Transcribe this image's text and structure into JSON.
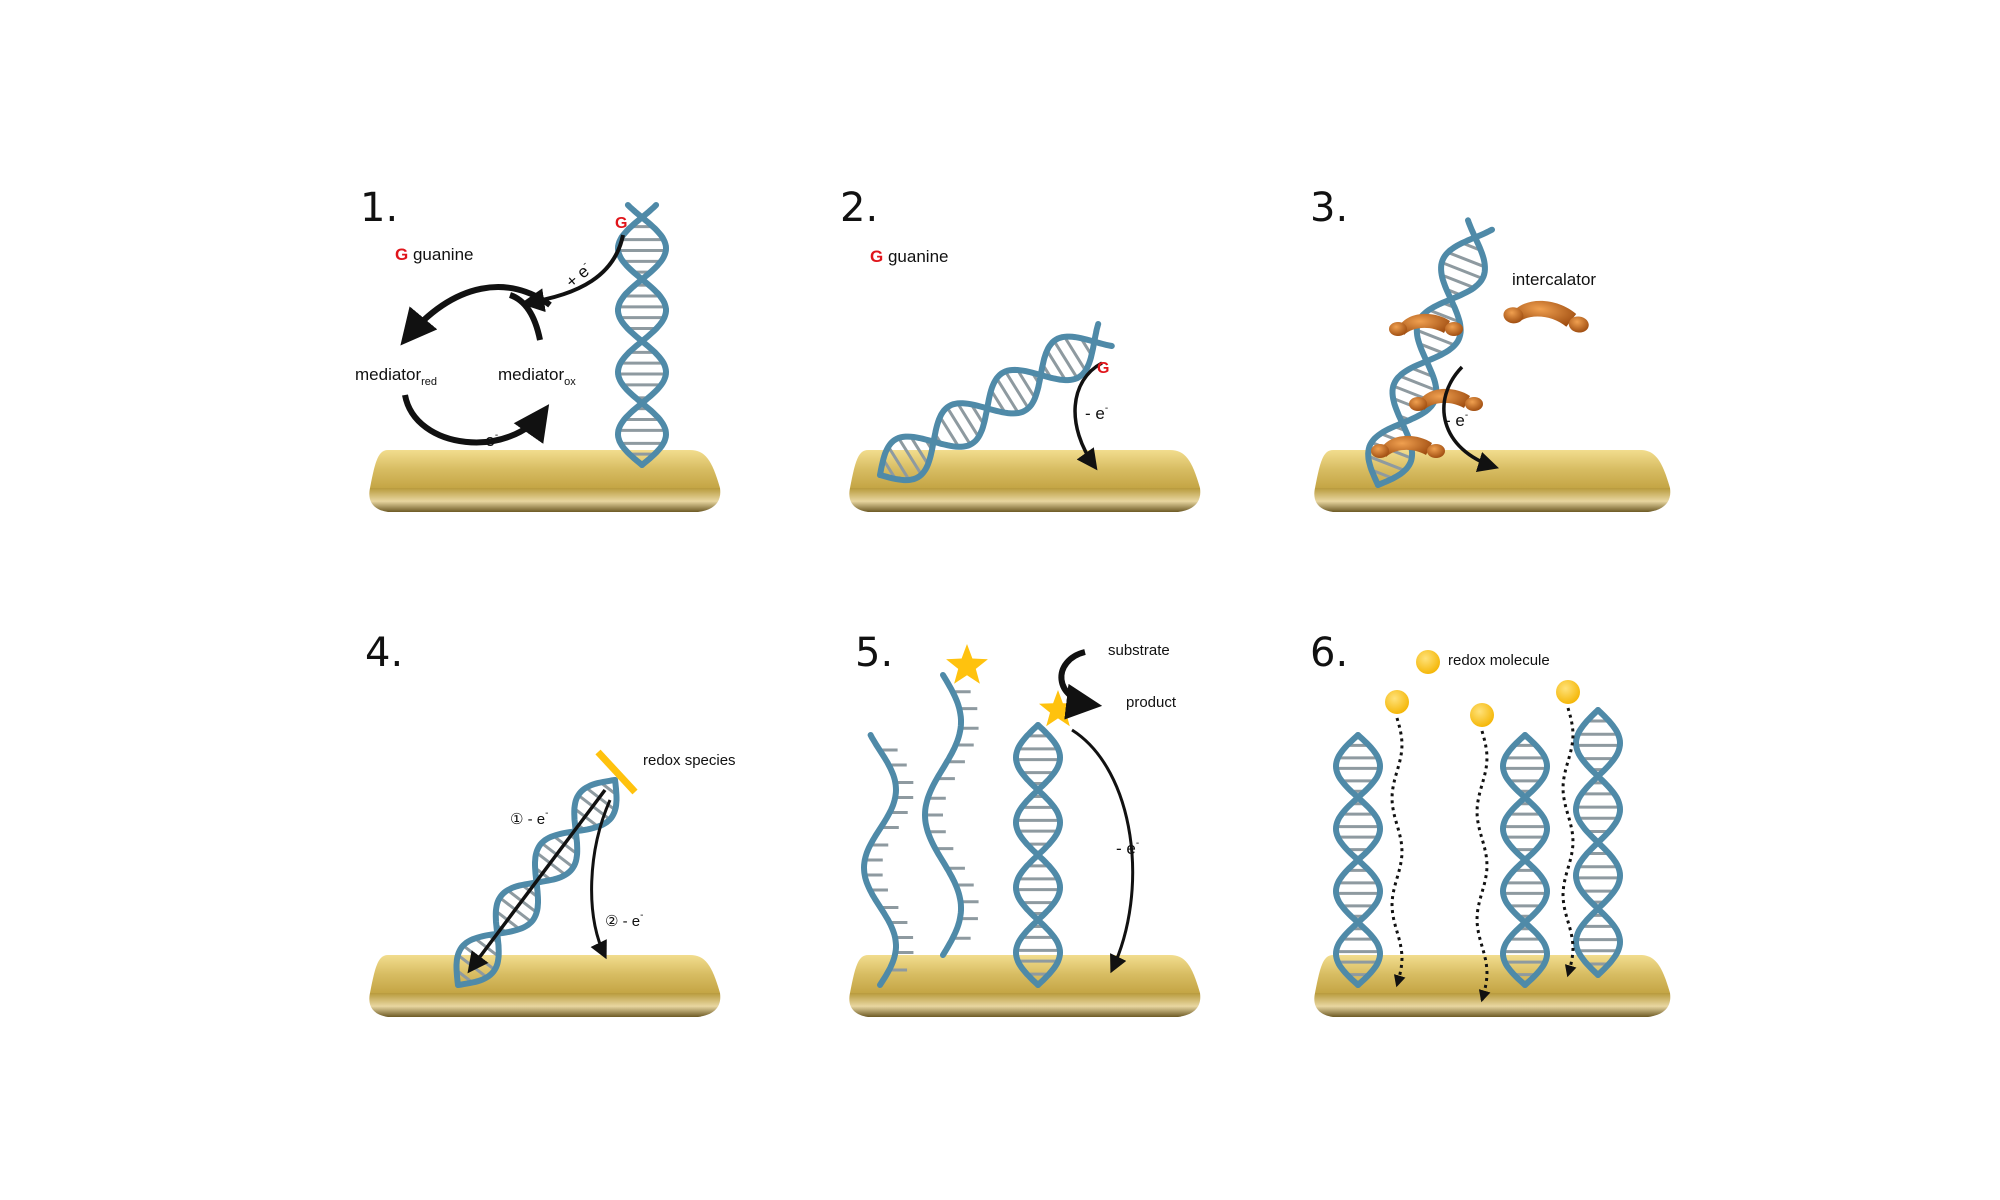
{
  "panels": [
    {
      "number": "1.",
      "legend_symbol": "G",
      "legend_text": "guanine",
      "base_marker": "G",
      "left_label": "mediator",
      "left_sub": "red",
      "right_label": "mediator",
      "right_sub": "ox",
      "bottom_arrow_label": "- e",
      "top_arrow_label": "+ e",
      "electron_sign": "-"
    },
    {
      "number": "2.",
      "legend_symbol": "G",
      "legend_text": "guanine",
      "base_marker": "G",
      "arrow_label": "- e",
      "electron_sign": "-"
    },
    {
      "number": "3.",
      "label": "intercalator",
      "arrow_label": "- e",
      "electron_sign": "-"
    },
    {
      "number": "4.",
      "label": "redox species",
      "path1_label": "① - e",
      "path2_label": "② - e",
      "electron_sign": "-"
    },
    {
      "number": "5.",
      "substrate_label": "substrate",
      "product_label": "product",
      "arrow_label": "- e",
      "electron_sign": "-"
    },
    {
      "number": "6.",
      "label": "redox molecule"
    }
  ],
  "colors": {
    "dna_strand": "#4f8aa8",
    "dna_rung": "#8e9aa0",
    "electrode": "#d9bf6a",
    "star": "#ffc20e",
    "redox_ball": "#ffc20e",
    "intercalator": "#c8651a",
    "guanine": "#e0151b"
  }
}
